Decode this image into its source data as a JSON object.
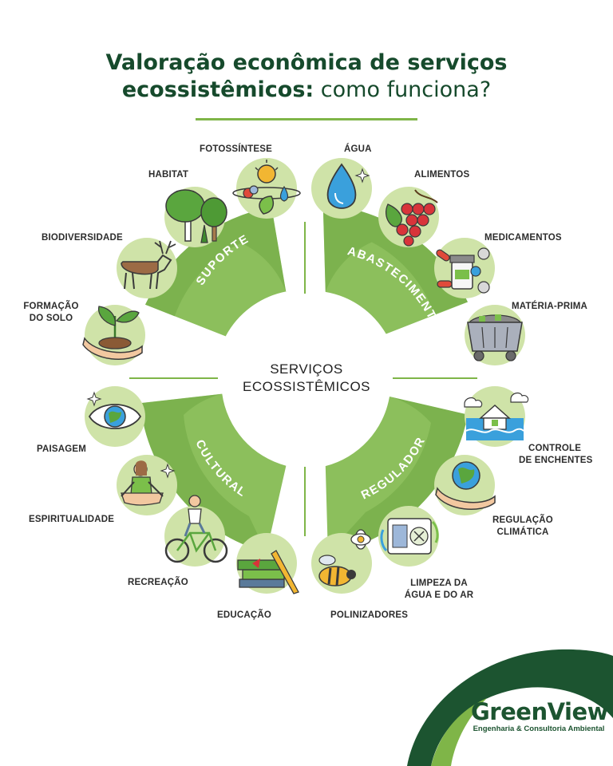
{
  "title": {
    "line1": "Valoração econômica de serviços",
    "line2_bold": "ecossistêmicos:",
    "line2_light": " como funciona?"
  },
  "center": {
    "line1": "SERVIÇOS",
    "line2": "ECOSSISTÊMICOS"
  },
  "categories": {
    "suporte": "SUPORTE",
    "abastecimento": "ABASTECIMENTO",
    "cultural": "CULTURAL",
    "regulador": "REGULADOR"
  },
  "services": {
    "fotossintese": "FOTOSSÍNTESE",
    "habitat": "HABITAT",
    "biodiversidade": "BIODIVERSIDADE",
    "formacao_1": "FORMAÇÃO",
    "formacao_2": "DO SOLO",
    "agua": "ÁGUA",
    "alimentos": "ALIMENTOS",
    "medicamentos": "MEDICAMENTOS",
    "materia_prima": "MATÉRIA-PRIMA",
    "paisagem": "PAISAGEM",
    "espiritualidade": "ESPIRITUALIDADE",
    "recreacao": "RECREAÇÃO",
    "educacao": "EDUCAÇÃO",
    "enchentes_1": "CONTROLE",
    "enchentes_2": "DE ENCHENTES",
    "climatica_1": "REGULAÇÃO",
    "climatica_2": "CLIMÁTICA",
    "limpeza_1": "LIMPEZA DA",
    "limpeza_2": "ÁGUA E DO AR",
    "polinizadores": "POLINIZADORES"
  },
  "logo": {
    "name": "GreenView",
    "tagline": "Engenharia & Consultoria Ambiental"
  },
  "colors": {
    "title": "#164a2c",
    "accent": "#7fb548",
    "band_outer": "#6fa743",
    "band_inner": "#8cbf5c",
    "icon_bg": "#cfe3a8",
    "logo_dark": "#1c5430"
  }
}
